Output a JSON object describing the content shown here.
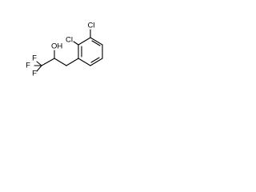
{
  "molecule": {
    "labels": {
      "cl_top": "Cl",
      "cl_mid": "Cl",
      "oh": "OH",
      "f_top": "F",
      "f_left": "F",
      "f_bottom": "F"
    },
    "colors": {
      "bond": "#000000",
      "text": "#000000",
      "background": "#ffffff"
    }
  }
}
